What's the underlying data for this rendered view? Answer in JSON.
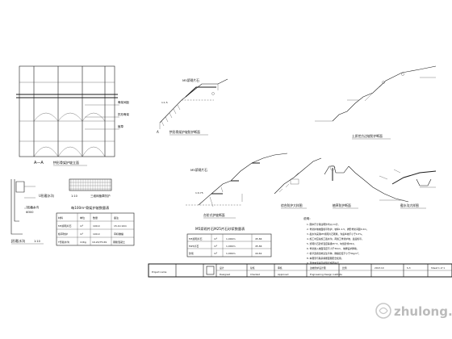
{
  "sheet": {
    "section_a": "A—A",
    "plan_caption": "拱形骨架护坡立面",
    "u_groove_label": "U形截水沟",
    "u_groove_scale": "1:10",
    "t_groove_label": "T形截水沟",
    "t_groove_dim": "Φ300",
    "three_dim_net_label": "三维网植草防护",
    "j_groove_label": "J形截水沟",
    "j_groove_scale": "1:10",
    "m5_note": "M5浆砌片石",
    "masonry_caption": "拱形骨架护坡防护断面",
    "terrace_caption": "台阶式护坡断面",
    "slope_caption": "土质挖方边坡防护断面",
    "combo_caption": "综合防护大样图",
    "ditch_caption": "截水沟大样图",
    "grass_caption": "植草防护断面",
    "slope_ratio": "1:1.5",
    "slope_ratio2": "1:0.75",
    "A_marker": "A"
  },
  "table1": {
    "title": "每100m²骨架护坡数量表",
    "rows": [
      [
        "材料",
        "单位",
        "数量",
        "备注"
      ],
      [
        "M5浆砌片石",
        "m³",
        "100.0",
        "15.0×10m"
      ],
      [
        "植草防护",
        "m²",
        "100.0",
        "草籽撒播"
      ],
      [
        "T形截水沟",
        "m/Kg",
        "19.20/75.69",
        "钢筋混凝土"
      ]
    ]
  },
  "table2": {
    "title": "M5浆砌片石M25片石砂浆数量表",
    "rows": [
      [
        "M5浆砌片石",
        "m³",
        "1,000m",
        "45.84"
      ],
      [
        "M25片石",
        "m³",
        "1,000m",
        "45.84"
      ],
      [
        "砂浆",
        "m³",
        "1,000m",
        "44.61"
      ]
    ]
  },
  "notes": {
    "heading": "说明：",
    "lines": [
      "1. 图中尺寸除注明外均以cm计。",
      "2. 骨架护坡坡面植草防护，坡率1:1.5，拱形骨架间距4.0m。",
      "3. 截水沟采用M5浆砌片石砌筑，沟底纵坡不小于0.3%。",
      "4. 施工时应先施工截水沟，再施工骨架护坡，最后植草。",
      "5. 浆砌片石砂浆强度等级M7.5，勾缝砂浆M10。",
      "6. 骨架嵌入坡面深度不小于30cm，坡脚设护脚墙。",
      "7. 植草选用当地适生草种，撒播密度不小于30g/m²。",
      "8. 本图须与路基横断面图配合使用。",
      "9. 其他未尽事宜按现行规范执行。"
    ]
  },
  "title_block": {
    "project": "Project name",
    "design_label": "设计",
    "check_label": "复核",
    "review_label": "审核",
    "scale_label": "比例",
    "drawing_title": "边坡防护设计图",
    "drawing_no": "S-3",
    "date": "2013.10",
    "small1": "Designed",
    "small2": "Checked",
    "small3": "Approved",
    "company": "Engineering Design Institute",
    "sheet": "Sheet 1 of 1"
  },
  "watermark": {
    "text": "zhulong.com"
  }
}
